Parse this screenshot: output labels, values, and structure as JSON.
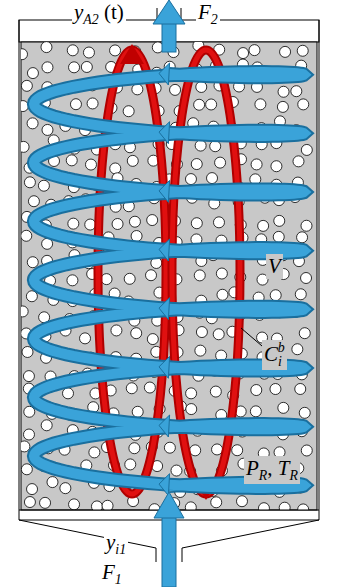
{
  "diagram": {
    "labels": [
      "yA2 (t)",
      "F2",
      "V",
      "Cib",
      "PR, TR",
      "yi1",
      "F1"
    ]
  }
}
